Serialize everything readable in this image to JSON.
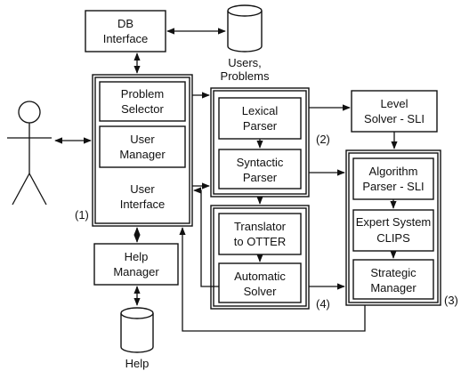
{
  "nodes": {
    "db_interface": [
      "DB",
      "Interface"
    ],
    "users_problems_db": [
      "Users,",
      "Problems"
    ],
    "problem_selector": [
      "Problem",
      "Selector"
    ],
    "user_manager": [
      "User",
      "Manager"
    ],
    "user_interface": [
      "User",
      "Interface"
    ],
    "help_manager": [
      "Help",
      "Manager"
    ],
    "help_db": [
      "Help"
    ],
    "lexical_parser": [
      "Lexical",
      "Parser"
    ],
    "syntactic_parser": [
      "Syntactic",
      "Parser"
    ],
    "translator": [
      "Translator",
      "to OTTER"
    ],
    "automatic_solver": [
      "Automatic",
      "Solver"
    ],
    "level_solver": [
      "Level",
      "Solver - SLI"
    ],
    "algorithm_parser": [
      "Algorithm",
      "Parser - SLI"
    ],
    "expert_system": [
      "Expert System",
      "CLIPS"
    ],
    "strategic_manager": [
      "Strategic",
      "Manager"
    ]
  },
  "group_labels": {
    "g1": "(1)",
    "g2": "(2)",
    "g3": "(3)",
    "g4": "(4)"
  }
}
